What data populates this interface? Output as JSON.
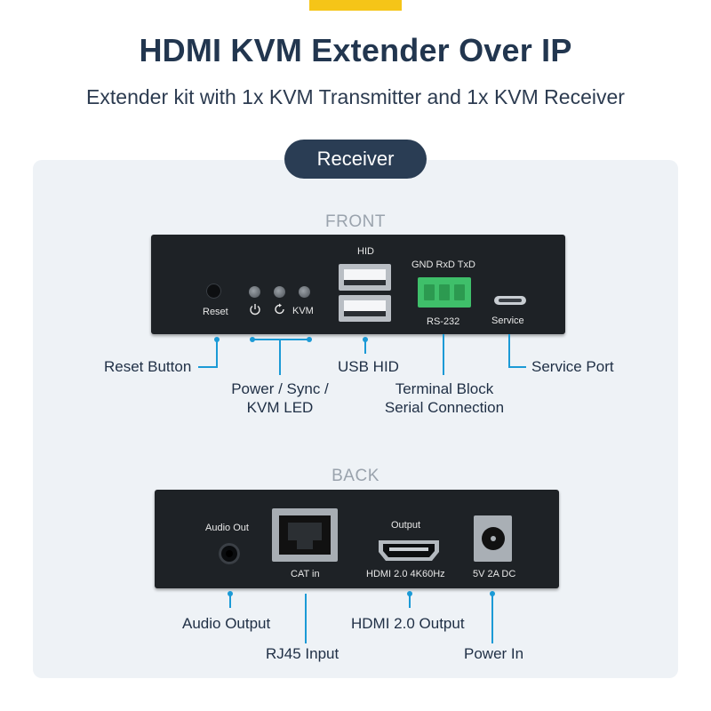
{
  "header": {
    "title": "HDMI KVM Extender Over IP",
    "subtitle": "Extender kit with 1x KVM Transmitter and 1x KVM Receiver",
    "badge": "Receiver"
  },
  "front": {
    "section_label": "FRONT",
    "device_labels": {
      "reset": "Reset",
      "kvm": "KVM",
      "hid": "HID",
      "terminal_pins": "GND RxD TxD",
      "rs232": "RS-232",
      "service": "Service"
    },
    "callouts": {
      "reset_button": "Reset Button",
      "led_line1": "Power / Sync /",
      "led_line2": "KVM LED",
      "usb_hid": "USB HID",
      "terminal_line1": "Terminal Block",
      "terminal_line2": "Serial Connection",
      "service_port": "Service Port"
    }
  },
  "back": {
    "section_label": "BACK",
    "device_labels": {
      "audio_out": "Audio Out",
      "cat_in": "CAT in",
      "output": "Output",
      "hdmi": "HDMI 2.0 4K60Hz",
      "power": "5V 2A DC"
    },
    "callouts": {
      "audio_output": "Audio Output",
      "rj45_input": "RJ45 Input",
      "hdmi_output": "HDMI 2.0 Output",
      "power_in": "Power In"
    }
  },
  "colors": {
    "accent_yellow": "#f5c518",
    "callout_blue": "#1b9ad6",
    "navy": "#2a3d54",
    "terminal_green": "#3fbf6a"
  }
}
